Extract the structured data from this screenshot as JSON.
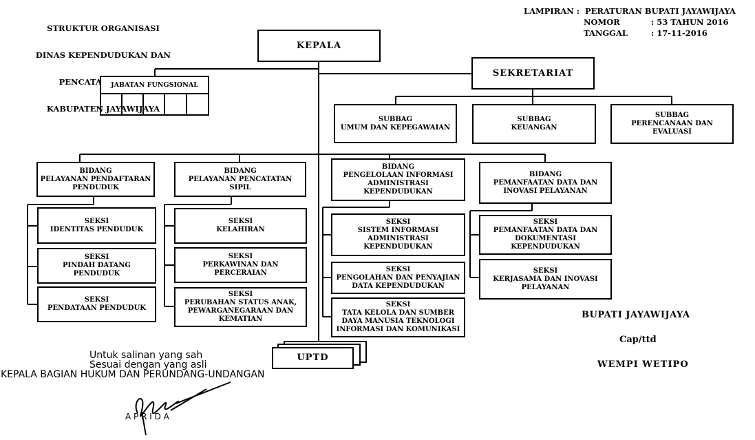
{
  "header_left": [
    "STRUKTUR ORGANISASI",
    "DINAS KEPENDUDUKAN DAN",
    "PENCATATAN SIPIL",
    "KABUPATEN JAYAWIJAYA"
  ],
  "header_right": {
    "lampiran_label": "LAMPIRAN :",
    "lampiran_value": "PERATURAN BUPATI JAYAWIJAYA",
    "nomor_label": "NOMOR",
    "nomor_value": ": 53 TAHUN 2016",
    "tanggal_label": "TANGGAL",
    "tanggal_value": ": 17-11-2016"
  },
  "kepala": "KEPALA",
  "jabatan_fungsional": "JABATAN FUNGSIONAL",
  "sekretariat": "SEKRETARIAT",
  "subbag": [
    [
      "SUBBAG",
      "UMUM DAN KEPEGAWAIAN"
    ],
    [
      "SUBBAG",
      "KEUANGAN"
    ],
    [
      "SUBBAG",
      "PERENCANAAN DAN",
      "EVALUASI"
    ]
  ],
  "bidang": [
    [
      "BIDANG",
      "PELAYANAN PENDAFTARAN",
      "PENDUDUK"
    ],
    [
      "BIDANG",
      "PELAYANAN PENCATATAN",
      "SIPIL"
    ],
    [
      "BIDANG",
      "PENGELOLAAN INFORMASI",
      "ADMINISTRASI",
      "KEPENDUDUKAN"
    ],
    [
      "BIDANG",
      "PEMANFAATAN DATA DAN",
      "INOVASI PELAYANAN"
    ]
  ],
  "seksi_1": [
    [
      "SEKSI",
      "IDENTITAS PENDUDUK"
    ],
    [
      "SEKSI",
      "PINDAH DATANG",
      "PENDUDUK"
    ],
    [
      "SEKSI",
      "PENDATAAN PENDUDUK"
    ]
  ],
  "seksi_2": [
    [
      "SEKSI",
      "KELAHIRAN"
    ],
    [
      "SEKSI",
      "PERKAWINAN DAN",
      "PERCERAIAN"
    ],
    [
      "SEKSI",
      "PERUBAHAN STATUS ANAK,",
      "PEWARGANEGARAAN DAN",
      "KEMATIAN"
    ]
  ],
  "seksi_3": [
    [
      "SEKSI",
      "SISTEM INFORMASI",
      "ADMINISTRASI",
      "KEPENDUDUKAN"
    ],
    [
      "SEKSI",
      "PENGOLAHAN DAN PENYAJIAN",
      "DATA KEPENDUDUKAN"
    ],
    [
      "SEKSI",
      "TATA KELOLA DAN SUMBER",
      "DAYA MANUSIA TEKNOLOGI",
      "INFORMASI DAN KOMUNIKASI"
    ]
  ],
  "seksi_4": [
    [
      "SEKSI",
      "PEMANFAATAN DATA DAN",
      "DOKUMENTASI",
      "KEPENDUDUKAN"
    ],
    [
      "SEKSI",
      "KERJASAMA DAN INOVASI",
      "PELAYANAN"
    ]
  ],
  "uptd": "UPTD",
  "bupati": "BUPATI JAYAWIJAYA",
  "cap": "Cap/ttd",
  "nama_bupati": "WEMPI WETIPO",
  "salinan": [
    "Untuk salinan yang sah",
    "Sesuai dengan yang asli",
    "KEPALA BAGIAN HUKUM DAN PERUNDANG-UNDANGAN"
  ],
  "pejabat": "A P R I D A"
}
